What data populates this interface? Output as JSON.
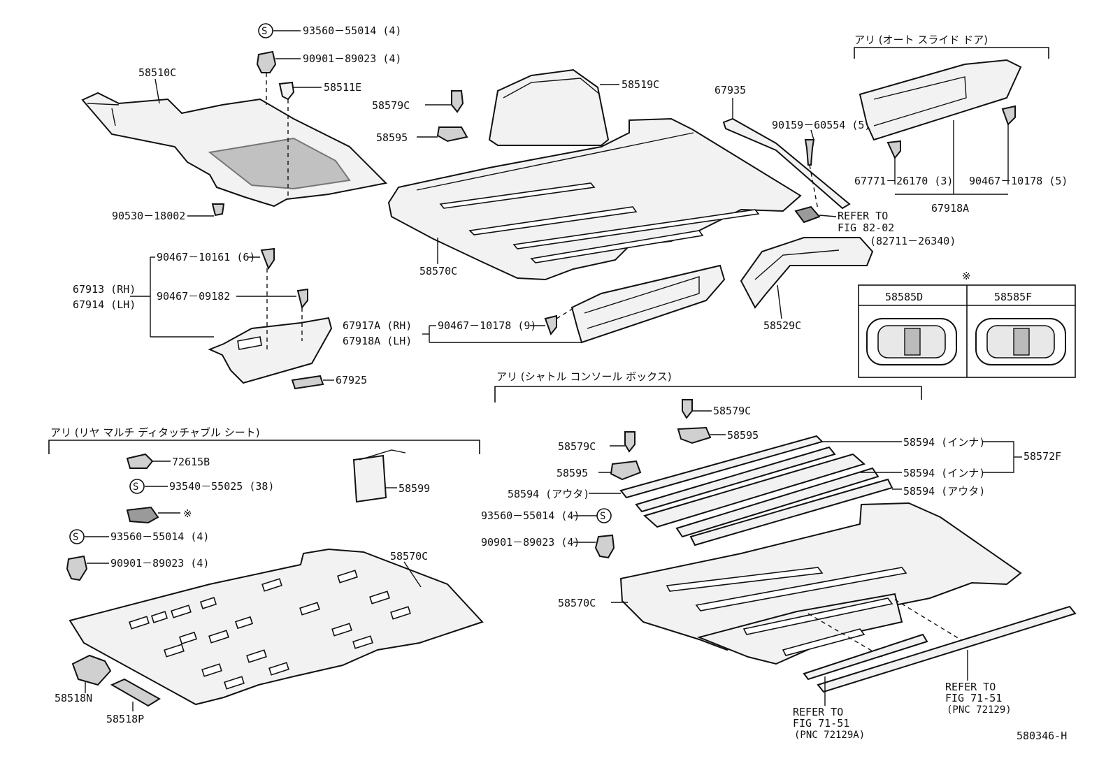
{
  "diagram": {
    "code": "580346-H",
    "note_mark": "※",
    "sections": {
      "auto_slide": "アリ (オート スライド ドア)",
      "shuttle": "アリ (シャトル コンソール ボックス)",
      "rear_seat": "アリ (リヤ マルチ ディタッチャブル シート)"
    },
    "labels": {
      "p58510C": "58510C",
      "p93560_a": "93560－55014 (4)",
      "p90901_a": "90901－89023 (4)",
      "p58511E": "58511E",
      "p90530": "90530－18002",
      "p58579C_a": "58579C",
      "p58595_a": "58595",
      "p58519C": "58519C",
      "p58570C_a": "58570C",
      "p67935": "67935",
      "p90159": "90159－60554 (5)",
      "p67771": "67771－26170 (3)",
      "p90467_10178_5": "90467－10178 (5)",
      "p67918A_top": "67918A",
      "p_ref82_1": "REFER TO",
      "p_ref82_2": "FIG 82-02",
      "p_ref82_3": "(82711－26340)",
      "p90467_10161": "90467－10161 (6)",
      "p67913": "67913 (RH)",
      "p67914": "67914 (LH)",
      "p90467_09182": "90467－09182",
      "p67925": "67925",
      "p67917A": "67917A (RH)",
      "p67918A_lh": "67918A (LH)",
      "p90467_10178_9": "90467－10178 (9)",
      "p58529C": "58529C",
      "p58585D": "58585D",
      "p58585F": "58585F",
      "p58579C_b": "58579C",
      "p58595_b": "58595",
      "p58579C_c": "58579C",
      "p58595_c": "58595",
      "p58594_inner1": "58594 (インナ)",
      "p58594_inner2": "58594 (インナ)",
      "p58594_outer_r": "58594 (アウタ)",
      "p58594_outer_l": "58594 (アウタ)",
      "p58572F": "58572F",
      "p93560_b": "93560－55014 (4)",
      "p90901_b": "90901－89023 (4)",
      "p58570C_b": "58570C",
      "p_ref71a_1": "REFER TO",
      "p_ref71a_2": "FIG 71-51",
      "p_ref71a_3": "(PNC 72129A)",
      "p_ref71b_1": "REFER TO",
      "p_ref71b_2": "FIG 71-51",
      "p_ref71b_3": "(PNC 72129)",
      "p72615B": "72615B",
      "p93540": "93540－55025 (38)",
      "p_note": "※",
      "p93560_c": "93560－55014 (4)",
      "p90901_c": "90901－89023 (4)",
      "p58599": "58599",
      "p58570C_c": "58570C",
      "p58518N": "58518N",
      "p58518P": "58518P"
    }
  }
}
